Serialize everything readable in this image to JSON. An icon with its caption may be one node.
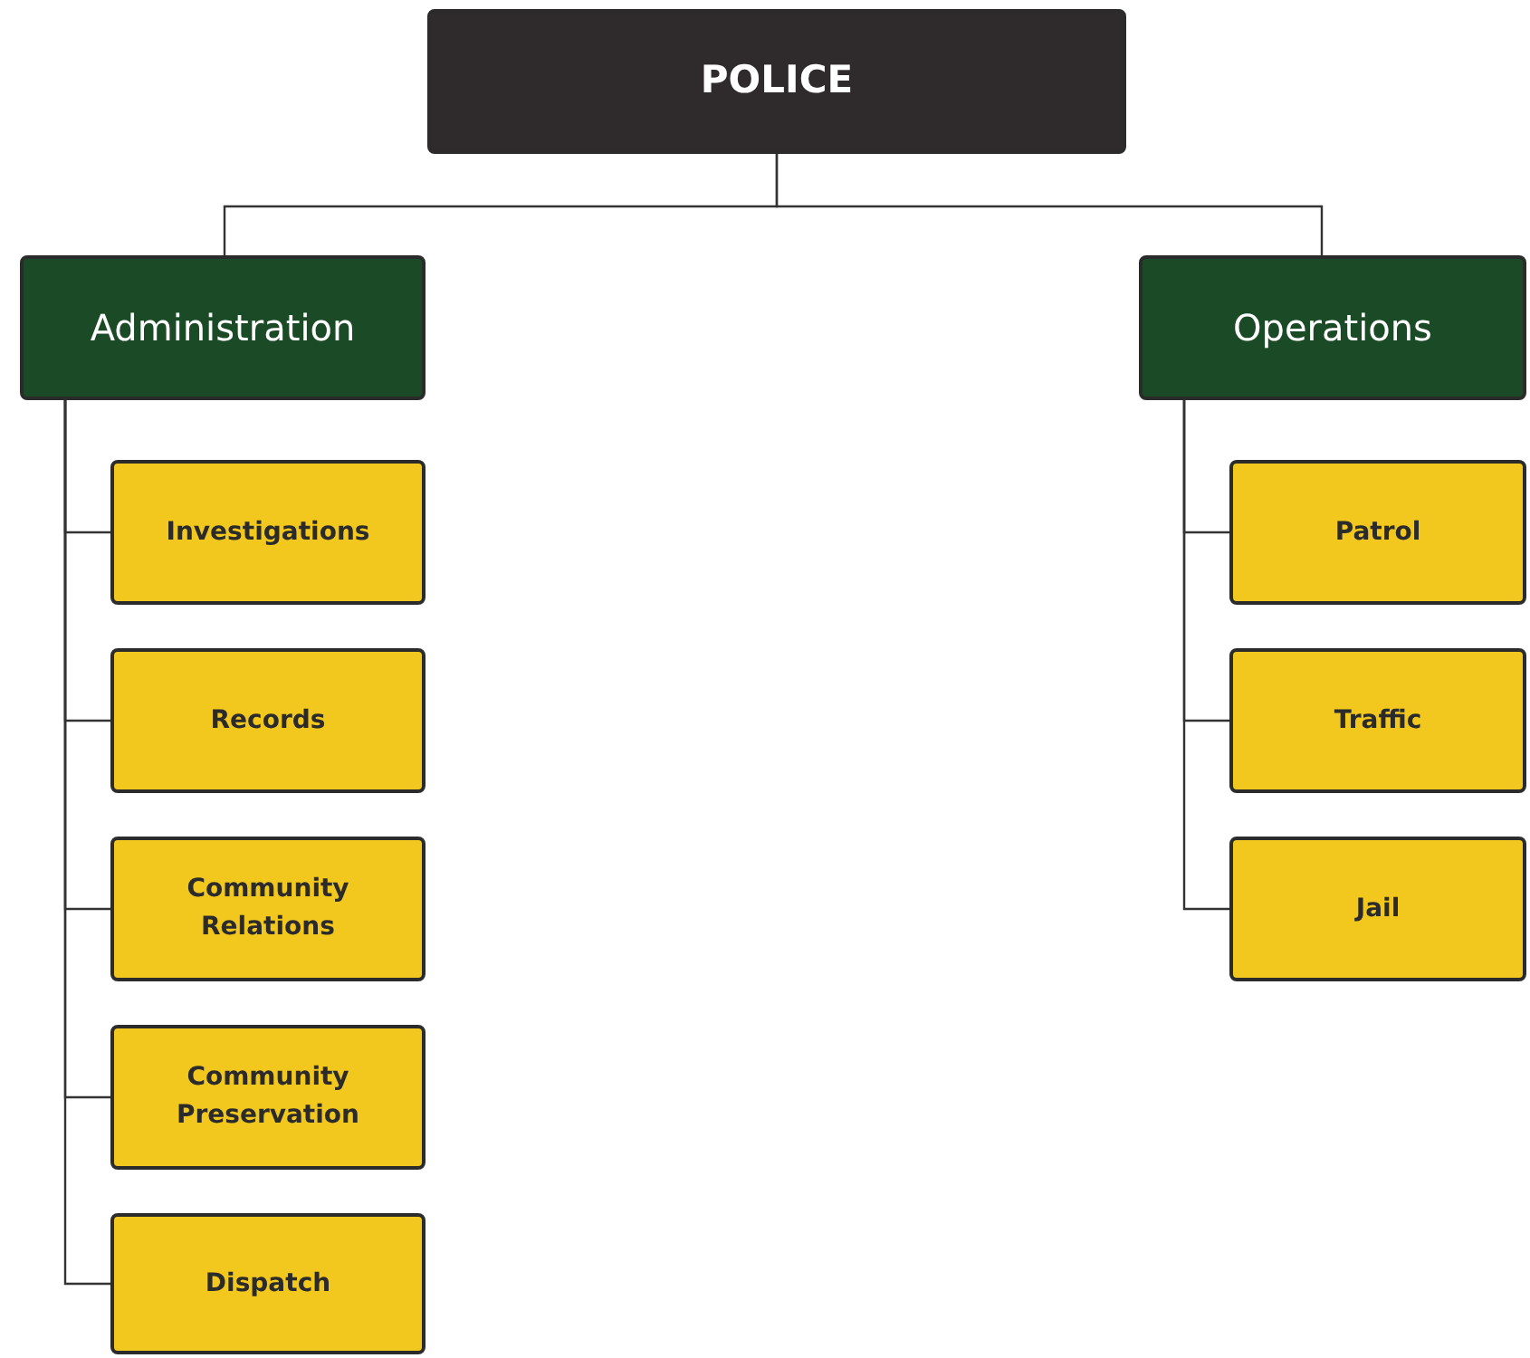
{
  "diagram": {
    "nodes": [
      {
        "text": [
          "POLICE"
        ]
      },
      {
        "text": [
          "Administration"
        ]
      },
      {
        "text": [
          "Operations"
        ]
      },
      {
        "text": [
          "Investigations"
        ]
      },
      {
        "text": [
          "Records"
        ]
      },
      {
        "text": [
          "Community Relations"
        ]
      },
      {
        "text": [
          "Community Preservation"
        ]
      },
      {
        "text": [
          "Dispatch"
        ]
      },
      {
        "text": [
          "Patrol"
        ]
      },
      {
        "text": [
          "Traffic"
        ]
      },
      {
        "text": [
          "Jail"
        ]
      }
    ],
    "edges": [
      {
        "from": 0,
        "to": 1,
        "arrow": "none"
      },
      {
        "from": 0,
        "to": 2,
        "arrow": "none"
      },
      {
        "from": 1,
        "to": 3,
        "arrow": "none"
      },
      {
        "from": 1,
        "to": 4,
        "arrow": "none"
      },
      {
        "from": 1,
        "to": 5,
        "arrow": "none"
      },
      {
        "from": 1,
        "to": 6,
        "arrow": "none"
      },
      {
        "from": 1,
        "to": 7,
        "arrow": "none"
      },
      {
        "from": 2,
        "to": 8,
        "arrow": "none"
      },
      {
        "from": 2,
        "to": 9,
        "arrow": "none"
      },
      {
        "from": 2,
        "to": 10,
        "arrow": "none"
      }
    ]
  }
}
